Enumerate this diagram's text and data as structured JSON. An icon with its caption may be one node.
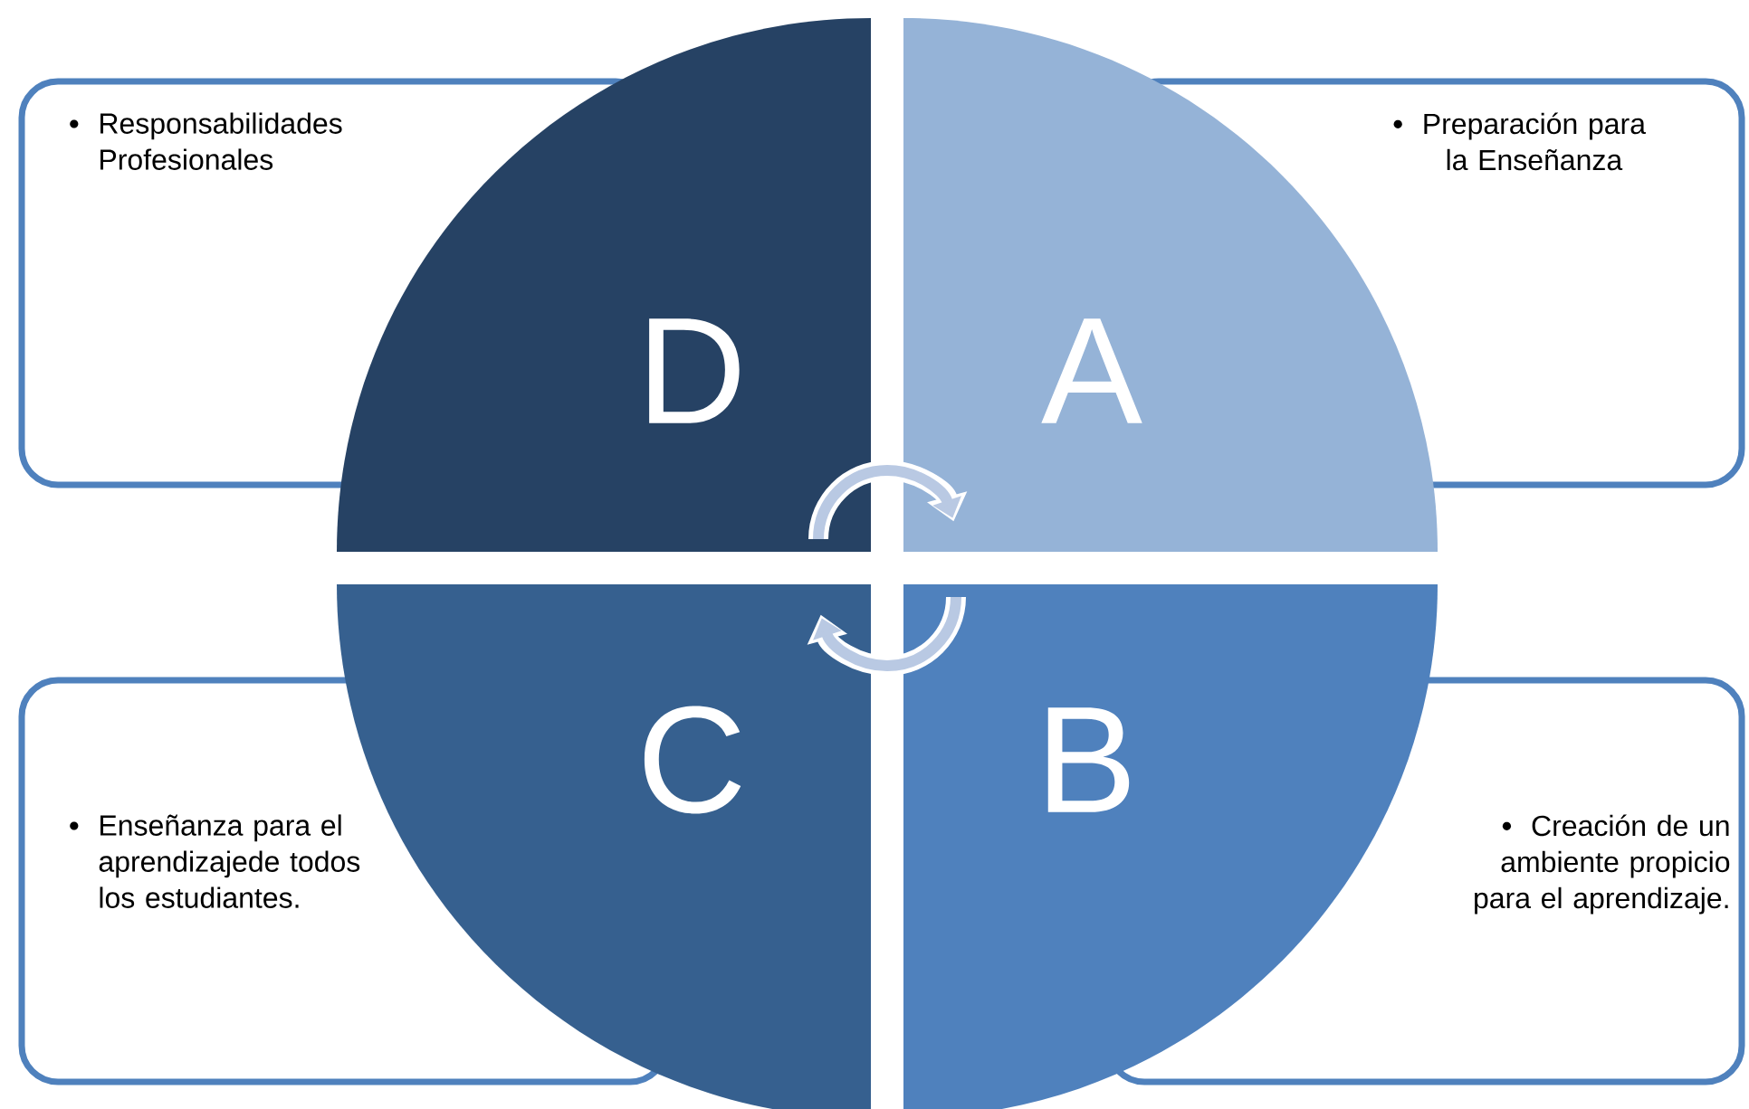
{
  "diagram": {
    "nodes": [
      {
        "text": [
          "Responsabilidades Profesionales"
        ]
      },
      {
        "text": [
          "Preparación para la Enseñanza"
        ]
      },
      {
        "text": [
          "D"
        ]
      },
      {
        "text": [
          "A"
        ]
      },
      {
        "text": [
          "C"
        ]
      },
      {
        "text": [
          "B"
        ]
      },
      {
        "text": [
          "Enseñanza para el aprendizajede todos los estudiantes."
        ]
      },
      {
        "text": [
          "Creación de un ambiente propicio para el aprendizaje."
        ]
      }
    ],
    "edges": [
      {
        "from": 2,
        "to": 3,
        "arrow": "to"
      },
      {
        "from": 5,
        "to": 4,
        "arrow": "to"
      }
    ]
  }
}
